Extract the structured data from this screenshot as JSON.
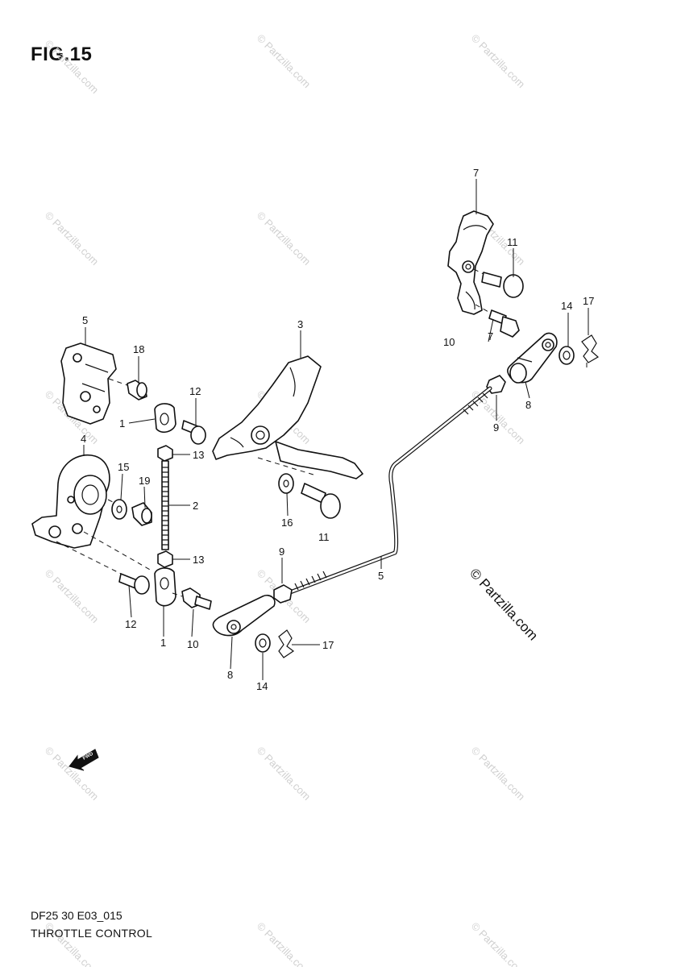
{
  "figure": {
    "title": "FIG.15"
  },
  "footer": {
    "model_code": "DF25 30 E03_015",
    "diagram_title": "THROTTLE CONTROL"
  },
  "watermark": {
    "text": "© Partzilla.com"
  },
  "fwd_arrow": {
    "label": "FWD"
  },
  "callouts": {
    "c1a": "1",
    "c1b": "1",
    "c2": "2",
    "c3": "3",
    "c4": "4",
    "c5a": "5",
    "c5b": "5",
    "c7a": "7",
    "c7b": "7",
    "c8a": "8",
    "c8b": "8",
    "c9a": "9",
    "c9b": "9",
    "c10a": "10",
    "c10b": "10",
    "c11a": "11",
    "c11b": "11",
    "c12a": "12",
    "c12b": "12",
    "c13a": "13",
    "c13b": "13",
    "c14a": "14",
    "c14b": "14",
    "c15": "15",
    "c16": "16",
    "c17a": "17",
    "c17b": "17",
    "c18": "18",
    "c19": "19"
  }
}
